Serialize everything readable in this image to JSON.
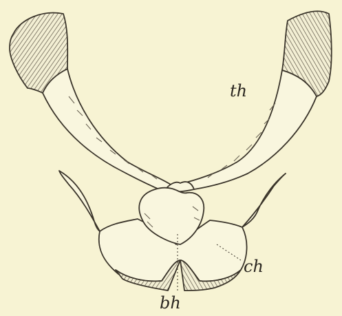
{
  "labels": {
    "th": "th",
    "ch": "ch",
    "bh": "bh"
  },
  "colors": {
    "paper": "#f7f3d3",
    "ink": "#3a342a",
    "bone_fill": "#f9f6de",
    "hatch": "#6b6455"
  }
}
